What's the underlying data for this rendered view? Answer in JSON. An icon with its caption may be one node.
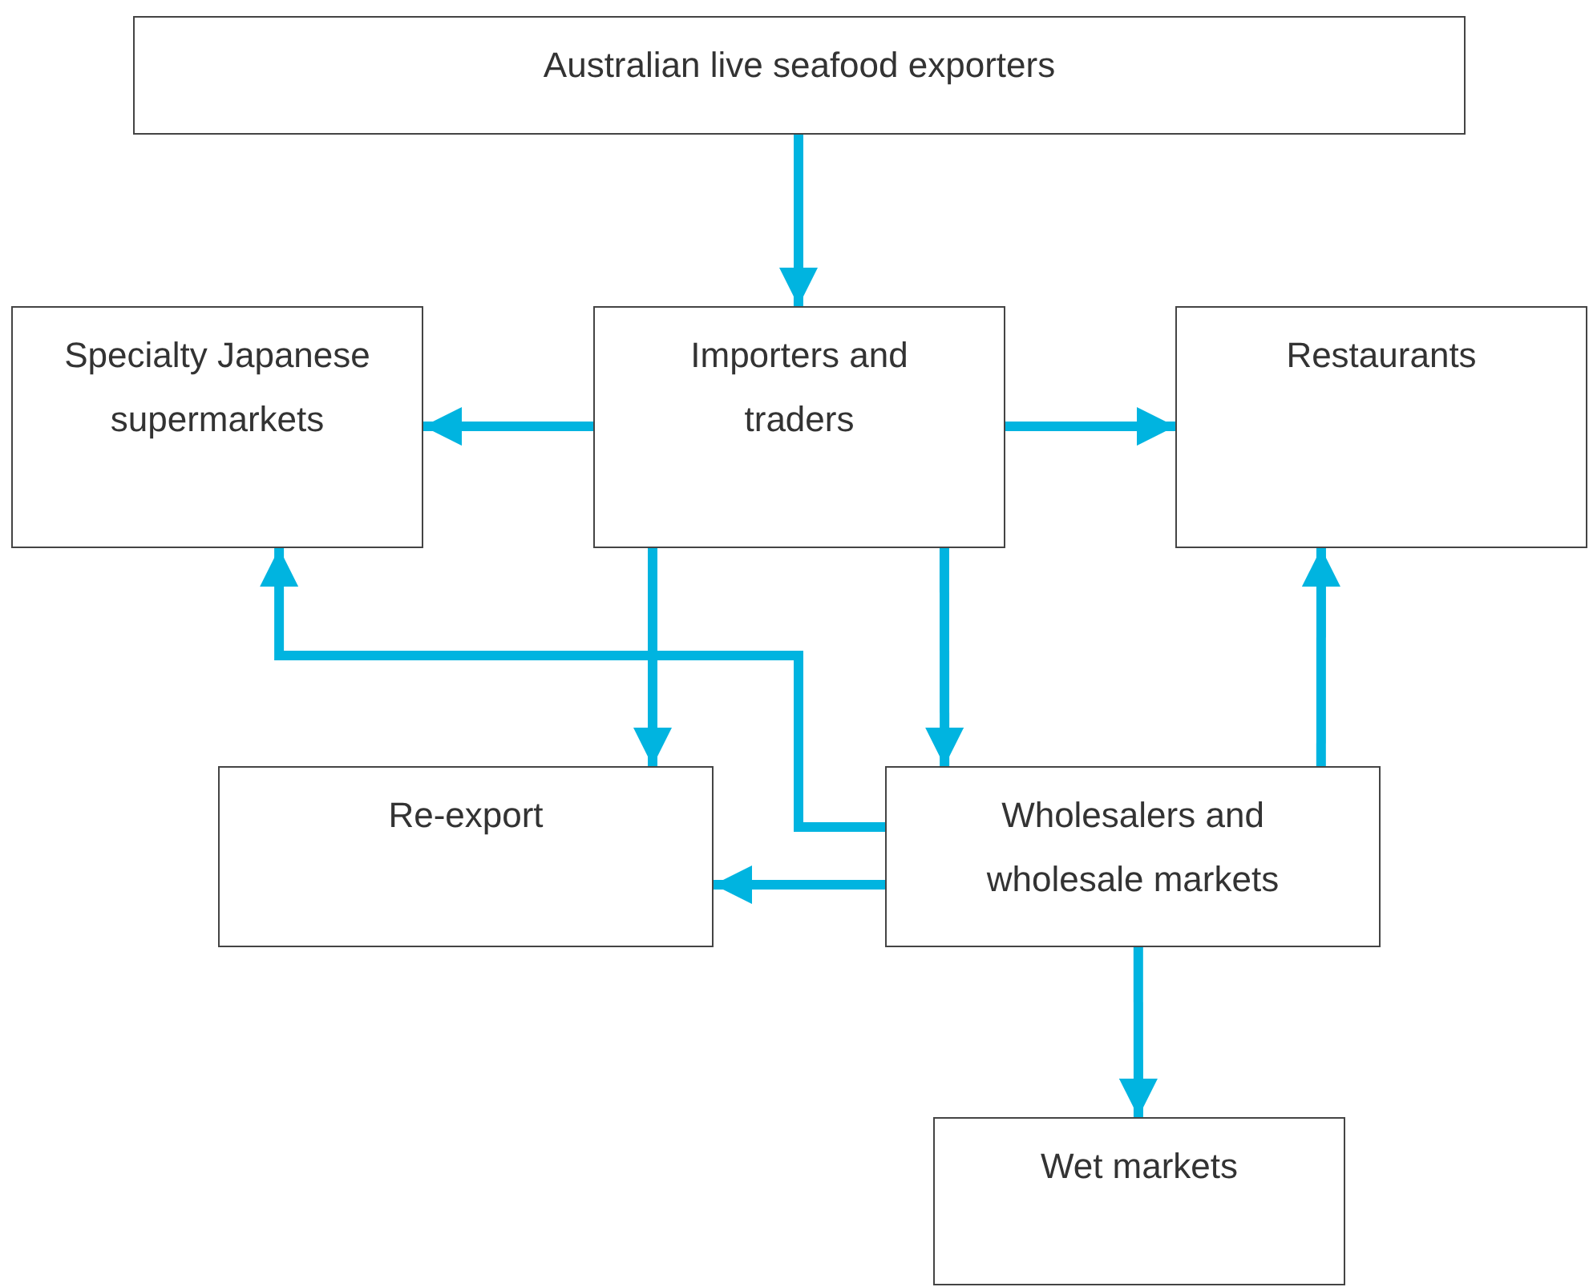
{
  "diagram": {
    "nodes": [
      {
        "text": [
          "Australian live seafood exporters"
        ]
      },
      {
        "text": [
          "Specialty Japanese supermarkets"
        ]
      },
      {
        "text": [
          "Importers and traders"
        ]
      },
      {
        "text": [
          "Restaurants"
        ]
      },
      {
        "text": [
          "Re-export"
        ]
      },
      {
        "text": [
          "Wholesalers and wholesale markets"
        ]
      },
      {
        "text": [
          "Wet markets"
        ]
      }
    ],
    "edges": [
      {
        "from": 0,
        "to": 2,
        "arrow": "to"
      },
      {
        "from": 2,
        "to": 1,
        "arrow": "to"
      },
      {
        "from": 2,
        "to": 3,
        "arrow": "to"
      },
      {
        "from": 2,
        "to": 4,
        "arrow": "to"
      },
      {
        "from": 2,
        "to": 5,
        "arrow": "to"
      },
      {
        "from": 5,
        "to": 1,
        "arrow": "to"
      },
      {
        "from": 5,
        "to": 4,
        "arrow": "to"
      },
      {
        "from": 5,
        "to": 3,
        "arrow": "to"
      },
      {
        "from": 5,
        "to": 6,
        "arrow": "to"
      }
    ]
  }
}
